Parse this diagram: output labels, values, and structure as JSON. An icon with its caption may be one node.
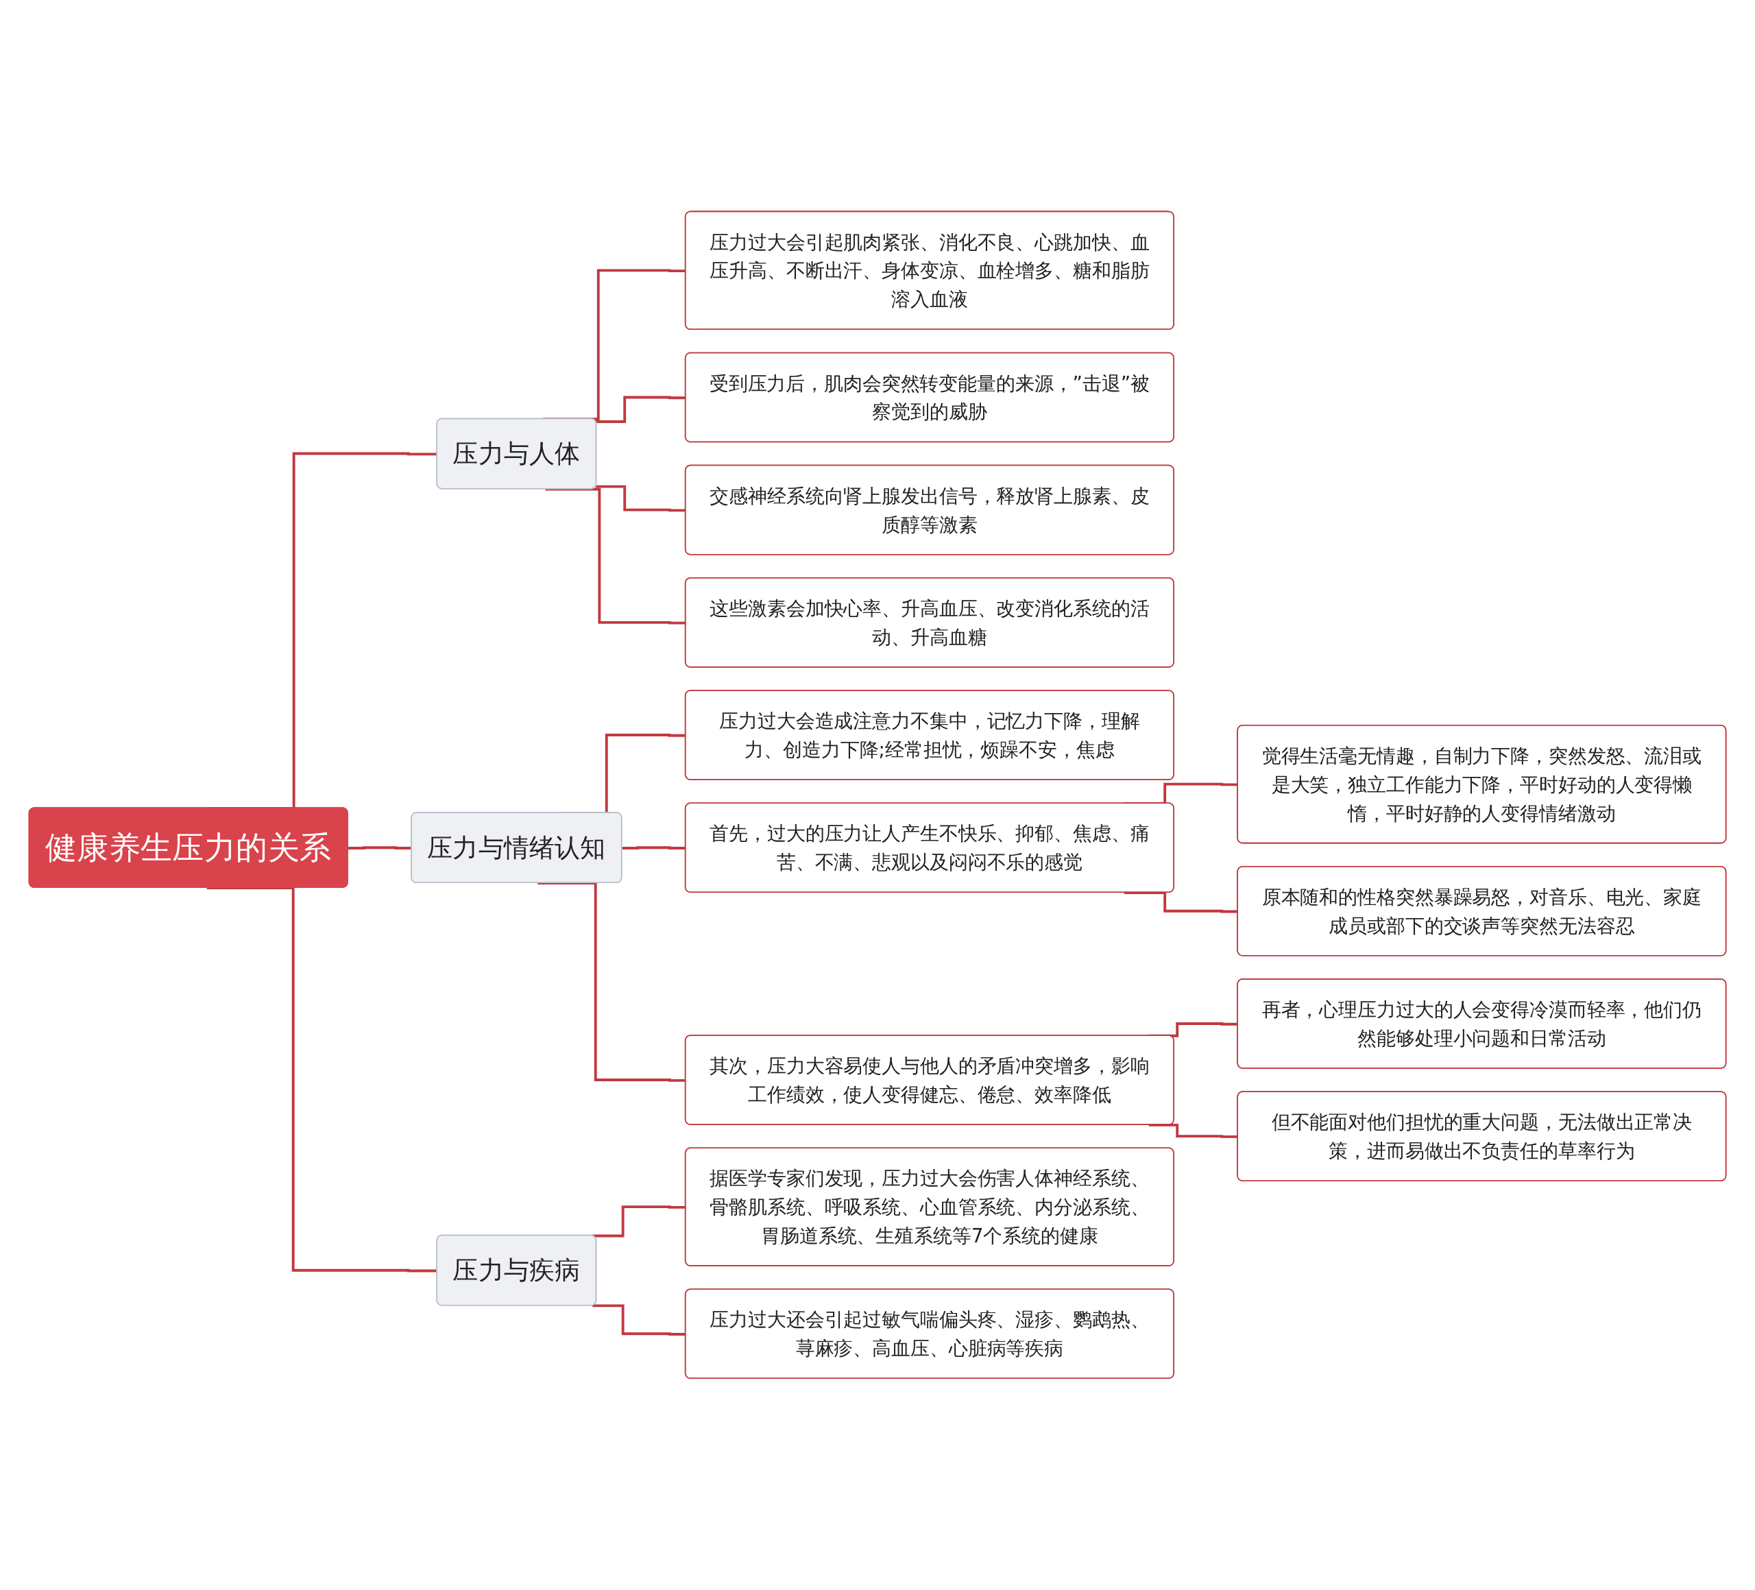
{
  "diagram": {
    "nodes": [
      {
        "text": [
          "健康养生压力的关系"
        ]
      },
      {
        "text": [
          "压力与人体"
        ]
      },
      {
        "text": [
          "压力过大会引起肌肉紧张、消化不良、心跳加快、血压升高、不断出汗、身体变凉、血栓增多、糖和脂肪溶入血液"
        ]
      },
      {
        "text": [
          "受到压力后，肌肉会突然转变能量的来源，”击退”被察觉到的威胁"
        ]
      },
      {
        "text": [
          "交感神经系统向肾上腺发出信号，释放肾上腺素、皮质醇等激素"
        ]
      },
      {
        "text": [
          "这些激素会加快心率、升高血压、改变消化系统的活动、升高血糖"
        ]
      },
      {
        "text": [
          "压力与情绪认知"
        ]
      },
      {
        "text": [
          "压力过大会造成注意力不集中，记忆力下降，理解力、创造力下降;经常担忧，烦躁不安，焦虑"
        ]
      },
      {
        "text": [
          "首先，过大的压力让人产生不快乐、抑郁、焦虑、痛苦、不满、悲观以及闷闷不乐的感觉"
        ]
      },
      {
        "text": [
          "觉得生活毫无情趣，自制力下降，突然发怒、流泪或是大笑，独立工作能力下降，平时好动的人变得懒惰，平时好静的人变得情绪激动"
        ]
      },
      {
        "text": [
          "原本随和的性格突然暴躁易怒，对音乐、电光、家庭成员或部下的交谈声等突然无法容忍"
        ]
      },
      {
        "text": [
          "其次，压力大容易使人与他人的矛盾冲突增多，影响工作绩效，使人变得健忘、倦怠、效率降低"
        ]
      },
      {
        "text": [
          "再者，心理压力过大的人会变得冷漠而轻率，他们仍然能够处理小问题和日常活动"
        ]
      },
      {
        "text": [
          "但不能面对他们担忧的重大问题，无法做出正常决策，进而易做出不负责任的草率行为"
        ]
      },
      {
        "text": [
          "压力与疾病"
        ]
      },
      {
        "text": [
          "据医学专家们发现，压力过大会伤害人体神经系统、骨骼肌系统、呼吸系统、心血管系统、内分泌系统、胃肠道系统、生殖系统等7个系统的健康"
        ]
      },
      {
        "text": [
          "压力过大还会引起过敏气喘偏头疼、湿疹、鹦鹉热、荨麻疹、高血压、心脏病等疾病"
        ]
      }
    ],
    "edges": [
      {
        "from": 0,
        "to": 1,
        "arrow": "none"
      },
      {
        "from": 1,
        "to": 2,
        "arrow": "none"
      },
      {
        "from": 1,
        "to": 3,
        "arrow": "none"
      },
      {
        "from": 1,
        "to": 4,
        "arrow": "none"
      },
      {
        "from": 1,
        "to": 5,
        "arrow": "none"
      },
      {
        "from": 0,
        "to": 6,
        "arrow": "none"
      },
      {
        "from": 6,
        "to": 7,
        "arrow": "none"
      },
      {
        "from": 6,
        "to": 8,
        "arrow": "none"
      },
      {
        "from": 8,
        "to": 9,
        "arrow": "none"
      },
      {
        "from": 8,
        "to": 10,
        "arrow": "none"
      },
      {
        "from": 6,
        "to": 11,
        "arrow": "none"
      },
      {
        "from": 11,
        "to": 12,
        "arrow": "none"
      },
      {
        "from": 11,
        "to": 13,
        "arrow": "none"
      },
      {
        "from": 0,
        "to": 14,
        "arrow": "none"
      },
      {
        "from": 14,
        "to": 15,
        "arrow": "none"
      },
      {
        "from": 14,
        "to": 16,
        "arrow": "none"
      }
    ]
  }
}
